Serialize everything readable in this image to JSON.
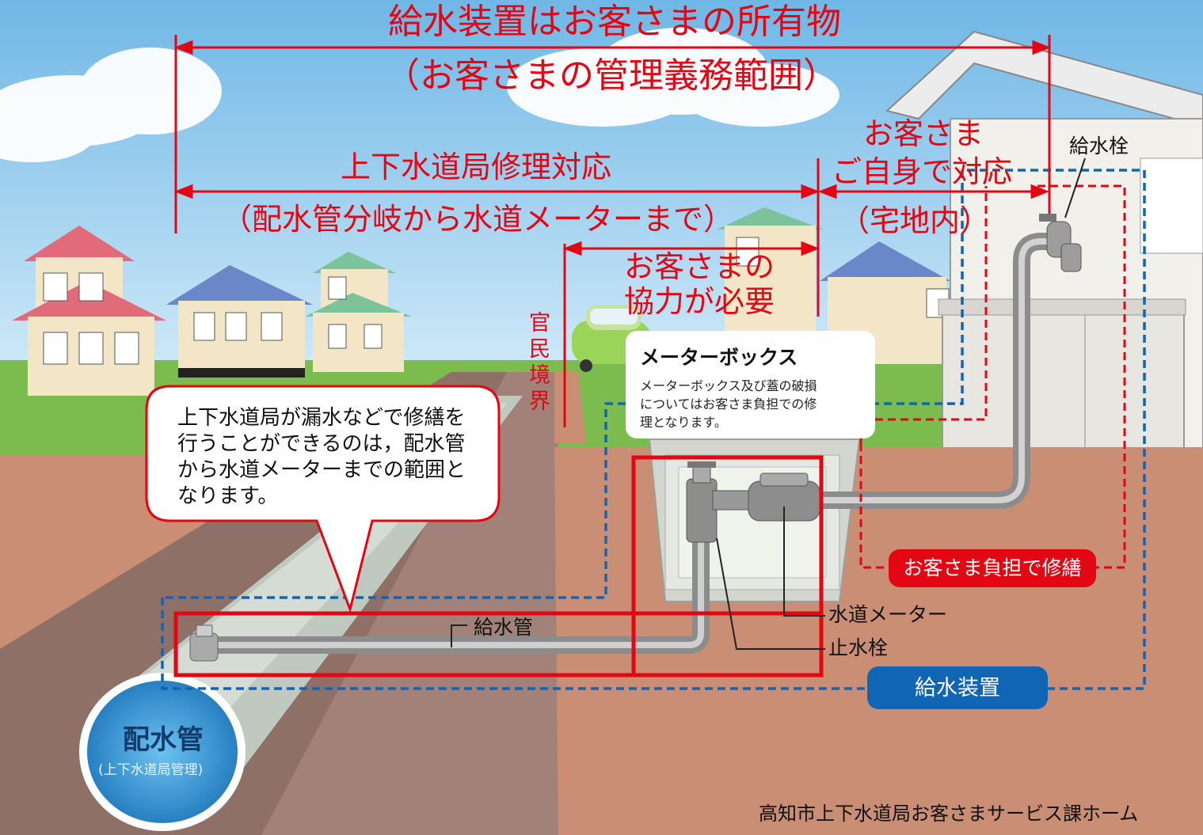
{
  "headline": {
    "line1": "給水装置はお客さまの所有物",
    "line2": "（お客さまの管理義務範囲）"
  },
  "bureau_range": {
    "line1": "上下水道局修理対応",
    "line2": "（配水管分岐から水道メーターまで）"
  },
  "customer_range": {
    "line1": "お客さま",
    "line2": "ご自身で対応",
    "line3": "（宅地内）"
  },
  "cooperation": {
    "line1": "お客さまの",
    "line2": "協力が必要"
  },
  "boundary_label": "官民境界",
  "faucet_label": "給水栓",
  "callout": {
    "line1": "上下水道局が漏水などで修繕を",
    "line2": "行うことができるのは，配水管",
    "line3": "から水道メーターまでの範囲と",
    "line4": "なります。"
  },
  "meter_box": {
    "title": "メーターボックス",
    "line1": "メーターボックス及び蓋の破損",
    "line2": "についてはお客さま負担での修",
    "line3": "理となります。"
  },
  "labels": {
    "supply_pipe": "給水管",
    "water_meter": "水道メーター",
    "stop_valve": "止水栓",
    "customer_repair": "お客さま負担で修繕",
    "supply_equipment": "給水装置",
    "main_pipe": "配水管",
    "main_pipe_sub": "(上下水道局管理)"
  },
  "footer": "高知市上下水道局お客さまサービス課ホーム",
  "colors": {
    "accent_red": "#e30613",
    "accent_blue": "#1066b5",
    "soil": "#c98e74",
    "sky": "#8fc8ec"
  }
}
